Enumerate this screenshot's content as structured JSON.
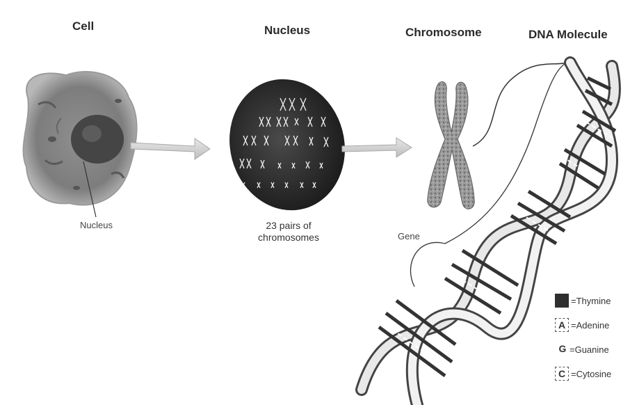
{
  "titles": {
    "cell": "Cell",
    "nucleus": "Nucleus",
    "chromosome": "Chromosome",
    "dna": "DNA Molecule"
  },
  "labels": {
    "cell_nucleus": "Nucleus",
    "chromosome_pairs": "23 pairs of chromosomes",
    "gene": "Gene"
  },
  "legend": [
    {
      "symbol": "",
      "text": "=Thymine",
      "style": "dark"
    },
    {
      "symbol": "A",
      "text": "=Adenine",
      "style": "dashed"
    },
    {
      "symbol": "G",
      "text": "=Guanine",
      "style": "plain"
    },
    {
      "symbol": "C",
      "text": "=Cytosine",
      "style": "dashed"
    }
  ]
}
